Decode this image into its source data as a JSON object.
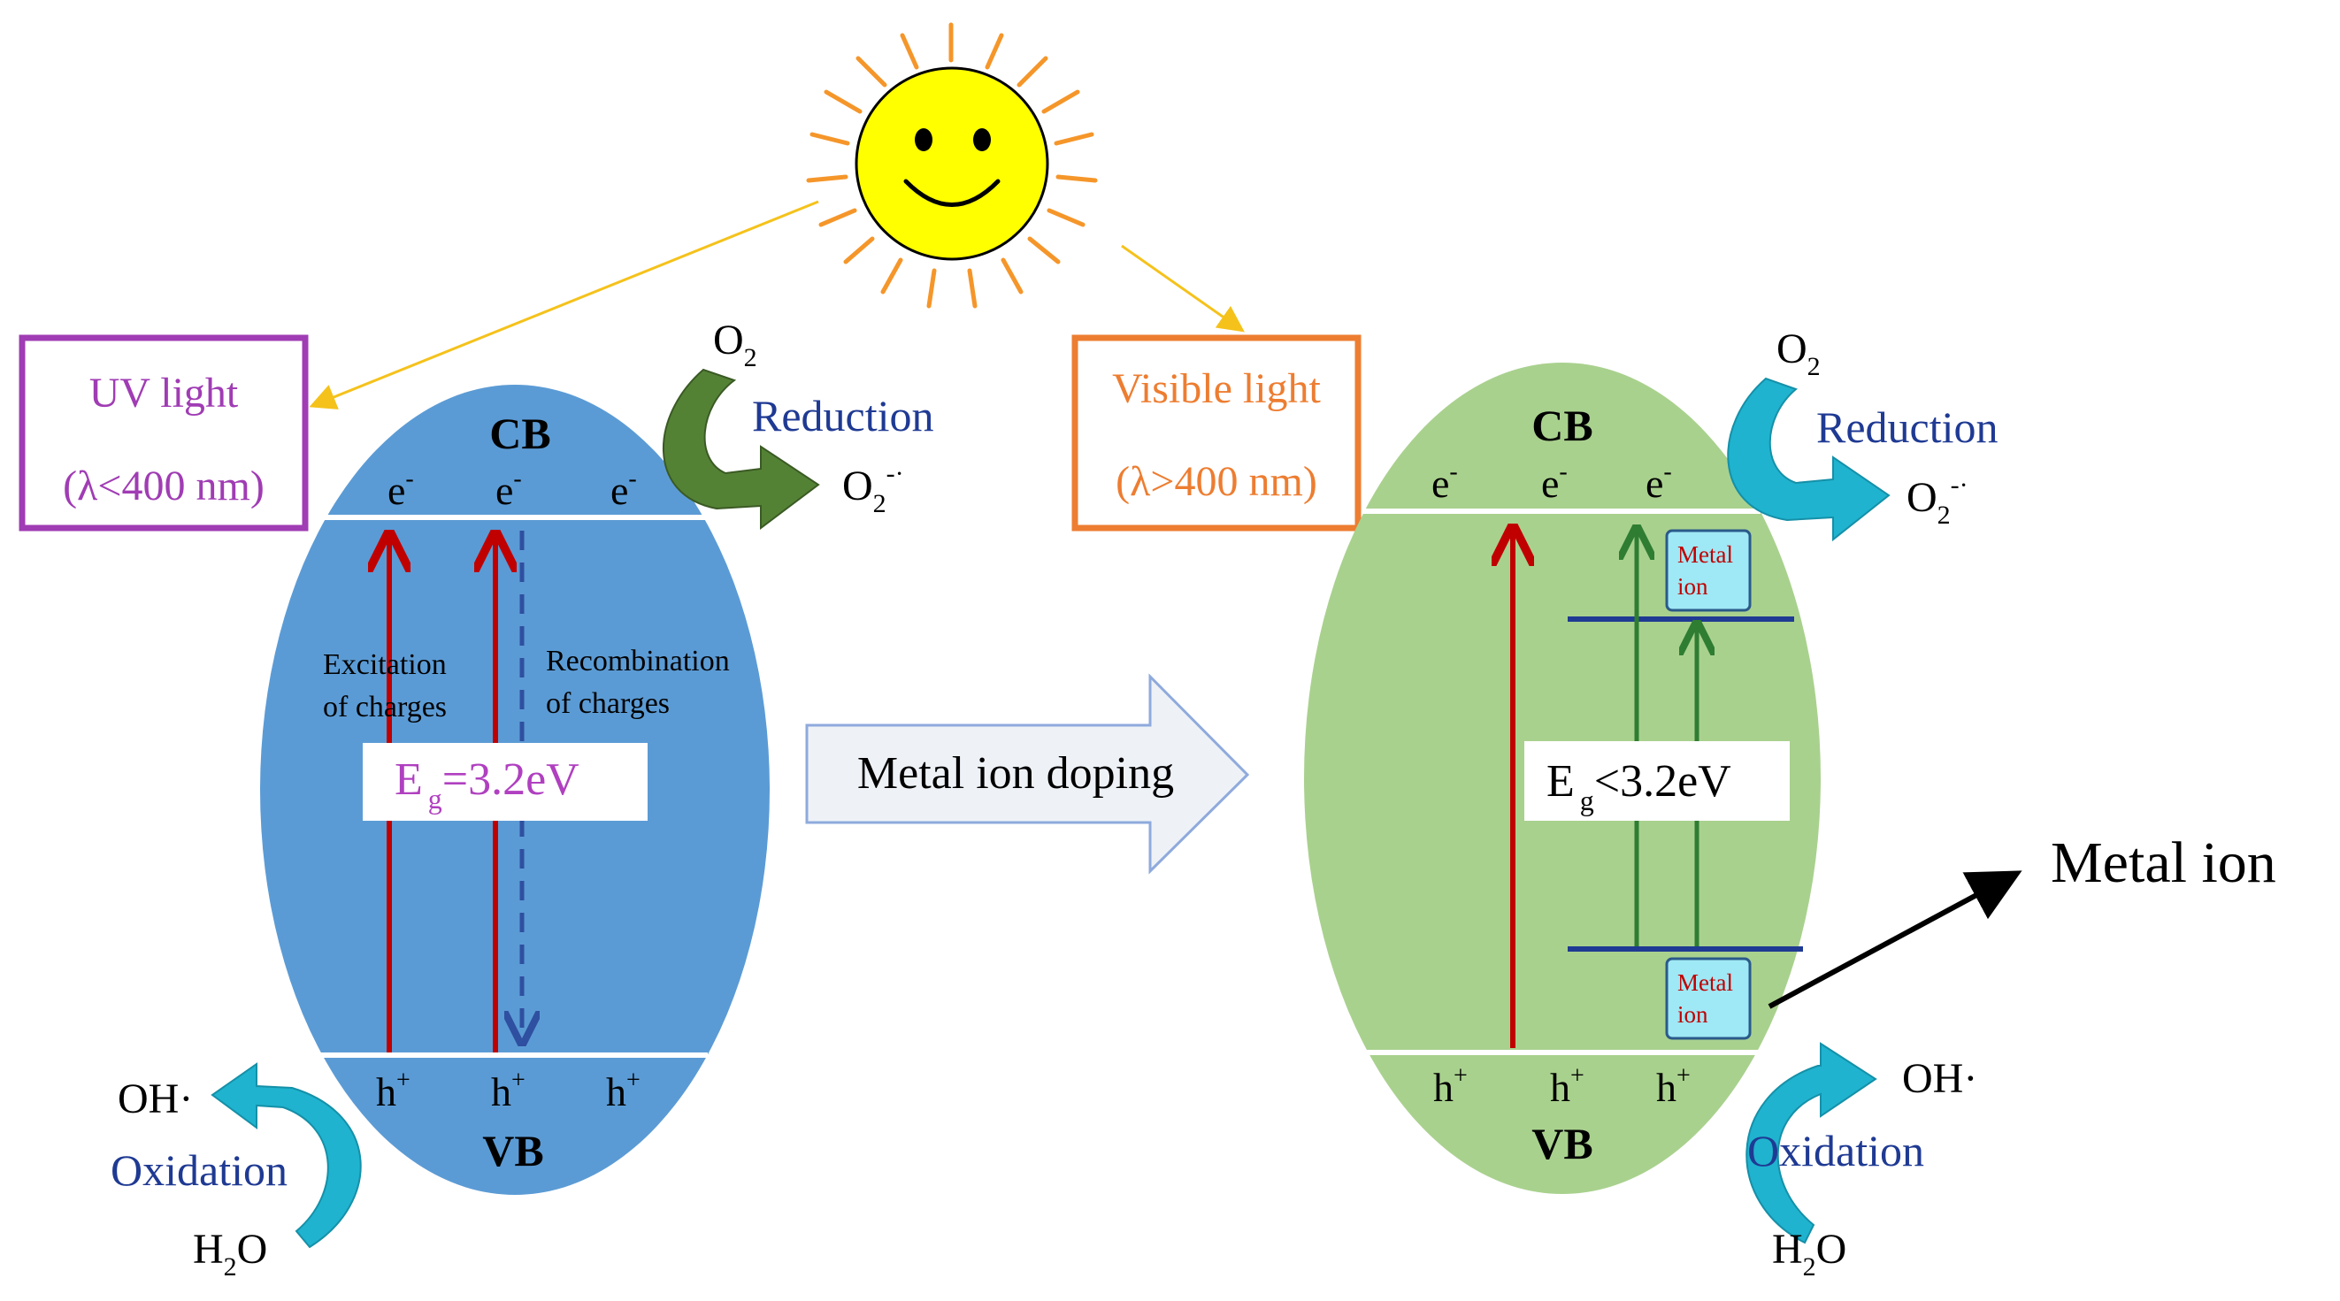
{
  "labels": {
    "uv_light": "UV light",
    "uv_wavelength": "(λ<400 nm)",
    "visible_light": "Visible light",
    "visible_wavelength": "(λ>400 nm)",
    "cb": "CB",
    "vb": "VB",
    "electron": "e",
    "electron_sup": "-",
    "hole": "h",
    "hole_sup": "+",
    "o2": "O",
    "o2_sub": "2",
    "o2_radical": "O",
    "o2_radical_sub": "2",
    "o2_radical_sup": "-·",
    "reduction": "Reduction",
    "oxidation": "Oxidation",
    "oh_radical": "OH·",
    "h2o_h": "H",
    "h2o_sub": "2",
    "h2o_o": "O",
    "excitation_line1": "Excitation",
    "excitation_line2": "of charges",
    "recombination_line1": "Recombination",
    "recombination_line2": "of charges",
    "eg_left_E": "E",
    "eg_left_sub": "g",
    "eg_left_value": "=3.2eV",
    "eg_right_E": "E",
    "eg_right_sub": "g",
    "eg_right_value": "<3.2eV",
    "doping_arrow": "Metal ion doping",
    "metal_box_line1": "Metal",
    "metal_box_line2": "ion",
    "metal_ion_callout": "Metal ion"
  },
  "colors": {
    "left_oval": "#5b9bd5",
    "right_oval": "#a9d18e",
    "uv_border": "#a03cb4",
    "uv_text": "#a03cb4",
    "visible_border": "#ed7d31",
    "visible_text": "#ed7d31",
    "eg_left_text": "#b040c0",
    "label_blue": "#1f3a93",
    "excite_arrow": "#c00000",
    "recomb_arrow": "#2f4fa0",
    "green_arrow": "#2e7d32",
    "level_line": "#1f3a93",
    "sun_fill": "#ffff00",
    "sun_rays": "#f5962a",
    "light_ray": "#f5c21b",
    "swoosh_green": "#548235",
    "swoosh_cyan": "#1fb3cf",
    "metal_box_fill": "#9fe8f5",
    "metal_box_text": "#c00000"
  }
}
